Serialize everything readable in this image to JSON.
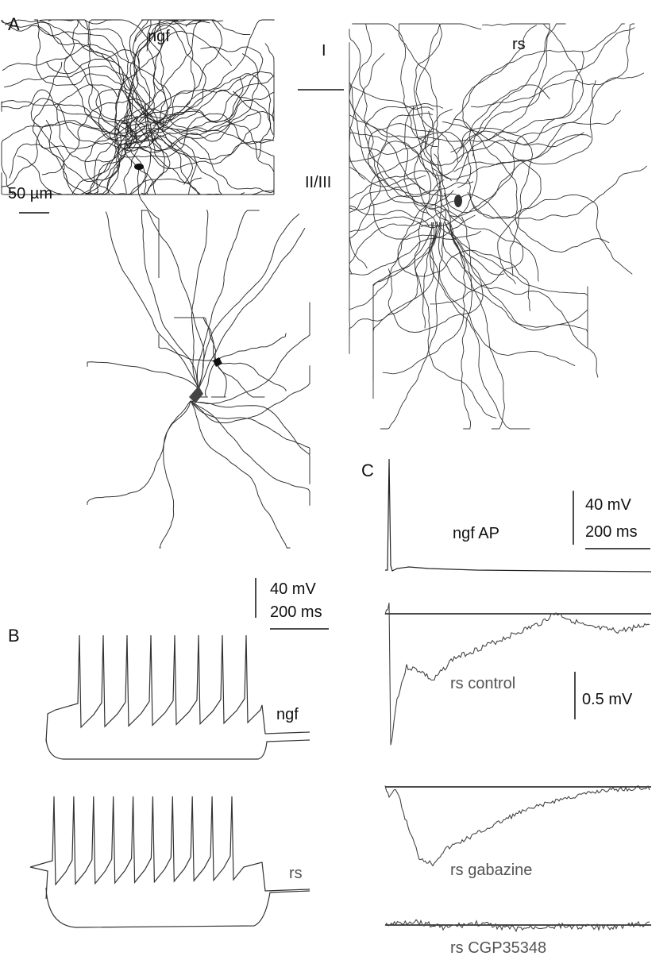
{
  "panels": {
    "a": "A",
    "b": "B",
    "c": "C"
  },
  "panel_a": {
    "cell_ngf": "ngf",
    "cell_rs": "rs",
    "layer_1": "I",
    "layer_23": "II/III",
    "scale": "50 µm"
  },
  "panel_b": {
    "scale_mv": "40 mV",
    "scale_ms": "200 ms",
    "trace_ngf": "ngf",
    "trace_rs": "rs",
    "ngf_spike_count": 8,
    "rs_spike_count": 10
  },
  "panel_c": {
    "scale_mv": "40 mV",
    "scale_ms": "200 ms",
    "scale_small": "0.5 mV",
    "trace_ap": "ngf AP",
    "trace_control": "rs control",
    "trace_gabazine": "rs gabazine",
    "trace_cgp": "rs CGP35348"
  },
  "colors": {
    "ink": "#111111",
    "trace": "#333333",
    "label_grey": "#555555"
  }
}
